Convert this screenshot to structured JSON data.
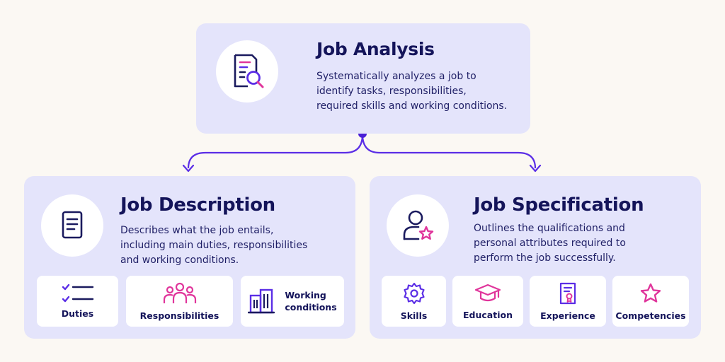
{
  "job_analysis": {
    "title": "Job Analysis",
    "desc_lines": [
      "Systematically analyzes a job to",
      "identify tasks, responsibilities,",
      "required skills and working conditions."
    ],
    "icon": "document-search-icon"
  },
  "job_description": {
    "title": "Job Description",
    "desc_lines": [
      "Describes what the job entails,",
      "including main duties, responsibilities",
      "and working conditions."
    ],
    "icon": "document-icon",
    "tiles": [
      {
        "label": "Duties",
        "icon": "checklist-icon"
      },
      {
        "label": "Responsibilities",
        "icon": "team-icon"
      },
      {
        "label_lines": [
          "Working",
          "conditions"
        ],
        "icon": "office-building-icon"
      }
    ]
  },
  "job_specification": {
    "title": "Job Specification",
    "desc_lines": [
      "Outlines the qualifications and",
      "personal attributes required to",
      "perform the job successfully."
    ],
    "icon": "user-star-icon",
    "tiles": [
      {
        "label": "Skills",
        "icon": "gear-icon"
      },
      {
        "label": "Education",
        "icon": "graduation-cap-icon"
      },
      {
        "label": "Experience",
        "icon": "certificate-icon"
      },
      {
        "label": "Competencies",
        "icon": "star-icon"
      }
    ]
  },
  "colors": {
    "background": "#fbf8f3",
    "card": "#e4e4fb",
    "accent_purple": "#5b2ee6",
    "accent_pink": "#e0359b",
    "navy": "#14145a"
  }
}
